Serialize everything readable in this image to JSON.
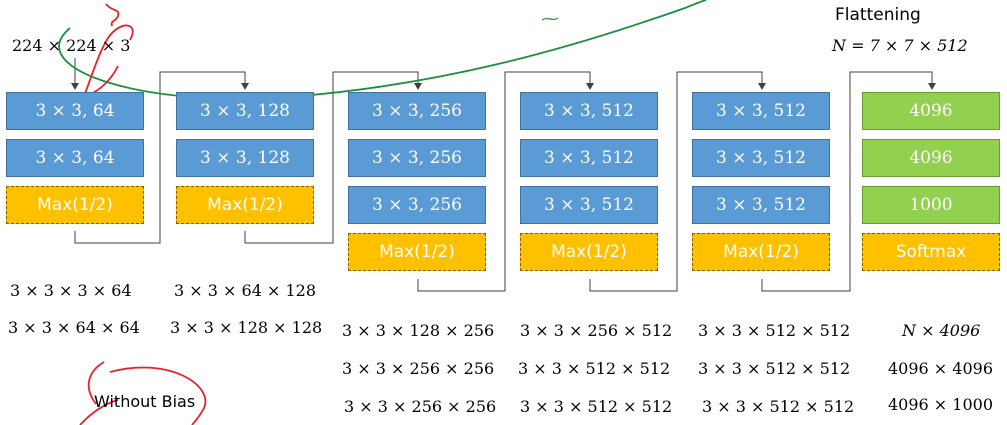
{
  "input_label": "224 × 224 × 3",
  "flatten": {
    "title": "Flattening",
    "formula": "N = 7 × 7 × 512"
  },
  "columns": [
    {
      "blocks": [
        {
          "text": "3 × 3, 64",
          "kind": "conv"
        },
        {
          "text": "3 × 3, 64",
          "kind": "conv"
        },
        {
          "text": "Max(1/2)",
          "kind": "pool"
        }
      ],
      "params": [
        "3 × 3 × 3 × 64",
        "3 × 3 × 64 × 64"
      ]
    },
    {
      "blocks": [
        {
          "text": "3 × 3, 128",
          "kind": "conv"
        },
        {
          "text": "3 × 3, 128",
          "kind": "conv"
        },
        {
          "text": "Max(1/2)",
          "kind": "pool"
        }
      ],
      "params": [
        "3 × 3 × 64 × 128",
        "3 × 3 × 128 × 128"
      ]
    },
    {
      "blocks": [
        {
          "text": "3 × 3, 256",
          "kind": "conv"
        },
        {
          "text": "3 × 3, 256",
          "kind": "conv"
        },
        {
          "text": "3 × 3, 256",
          "kind": "conv"
        },
        {
          "text": "Max(1/2)",
          "kind": "pool"
        }
      ],
      "params": [
        "3 × 3 × 128 × 256",
        "3 × 3 × 256 × 256",
        "3 × 3 × 256 × 256"
      ]
    },
    {
      "blocks": [
        {
          "text": "3 × 3, 512",
          "kind": "conv"
        },
        {
          "text": "3 × 3, 512",
          "kind": "conv"
        },
        {
          "text": "3 × 3, 512",
          "kind": "conv"
        },
        {
          "text": "Max(1/2)",
          "kind": "pool"
        }
      ],
      "params": [
        "3 × 3 × 256 × 512",
        "3 × 3 × 512 × 512",
        "3 × 3 × 512 × 512"
      ]
    },
    {
      "blocks": [
        {
          "text": "3 × 3, 512",
          "kind": "conv"
        },
        {
          "text": "3 × 3, 512",
          "kind": "conv"
        },
        {
          "text": "3 × 3, 512",
          "kind": "conv"
        },
        {
          "text": "Max(1/2)",
          "kind": "pool"
        }
      ],
      "params": [
        "3 × 3 × 512 × 512",
        "3 × 3 × 512 × 512",
        "3 × 3 × 512 × 512"
      ]
    },
    {
      "blocks": [
        {
          "text": "4096",
          "kind": "fc"
        },
        {
          "text": "4096",
          "kind": "fc"
        },
        {
          "text": "1000",
          "kind": "fc"
        },
        {
          "text": "Softmax",
          "kind": "soft"
        }
      ],
      "params": [
        "N × 4096",
        "4096 × 4096",
        "4096 × 1000"
      ]
    }
  ],
  "note": "Without Bias",
  "colors": {
    "conv": "#5b9bd5",
    "pool": "#ffc000",
    "fc": "#92d050",
    "connector": "#404040",
    "annotation_red": "#e8202a",
    "annotation_green": "#1a8f3c"
  }
}
